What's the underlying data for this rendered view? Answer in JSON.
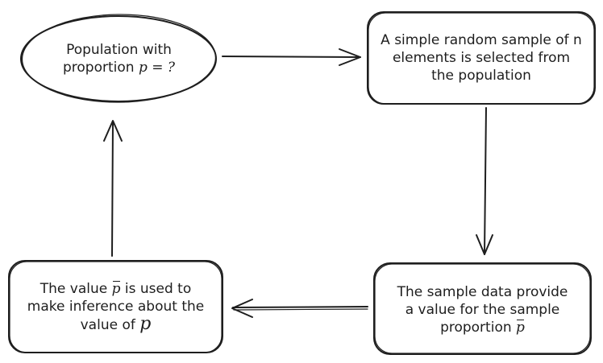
{
  "nodes": {
    "population": {
      "line1": "Population with",
      "line2_prefix": "proportion ",
      "line2_math": "p = ?"
    },
    "sample": {
      "line1": "A simple random sample of n",
      "line2": "elements is selected from",
      "line3": "the population"
    },
    "data": {
      "line1": "The sample data provide",
      "line2": "a value for the sample",
      "line3_prefix": "proportion ",
      "line3_symbol": "p"
    },
    "inference": {
      "line1_prefix": "The value ",
      "line1_symbol": "p",
      "line1_suffix": " is used to",
      "line2": "make inference about the",
      "line3_prefix": "value of ",
      "line3_symbol": "p"
    }
  },
  "edges": [
    {
      "from": "population",
      "to": "sample"
    },
    {
      "from": "sample",
      "to": "data"
    },
    {
      "from": "data",
      "to": "inference"
    },
    {
      "from": "inference",
      "to": "population"
    }
  ],
  "colors": {
    "stroke": "#1e1e1e",
    "background": "#ffffff"
  }
}
